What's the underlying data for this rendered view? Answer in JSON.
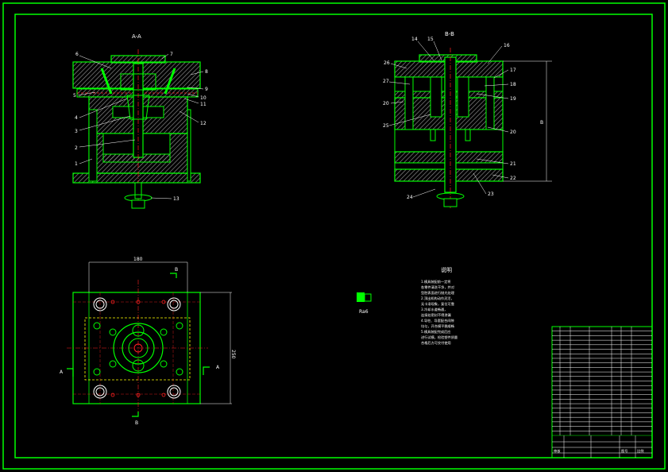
{
  "drawing": {
    "colors": {
      "background": "#000000",
      "frame": "#00ff00",
      "hatch": "#7a7a7a",
      "center_line": "#ff2020",
      "dimension": "#ffffff",
      "hidden": "#ffff00"
    },
    "views": {
      "section_aa": {
        "title": "A-A",
        "labels": [
          "6",
          "7",
          "8",
          "5",
          "9",
          "10",
          "11",
          "4",
          "12",
          "3",
          "2",
          "1",
          "13"
        ]
      },
      "section_bb": {
        "title": "B-B",
        "labels": [
          "14",
          "15",
          "16",
          "26",
          "17",
          "27",
          "18",
          "19",
          "20",
          "25",
          "20",
          "21",
          "22",
          "24",
          "23"
        ],
        "dim_right": "B"
      },
      "plan_view": {
        "section_marks": [
          "A",
          "A",
          "B",
          "B"
        ],
        "dim_top": "180",
        "dim_right": "250"
      }
    },
    "part_tag": "Ra6",
    "notes": {
      "title": "说明",
      "lines": [
        "1.模具装配前一定将",
        "各零件清洗干净，并对",
        "型腔表面进行抛光处理",
        "2.顶出机构动作灵活，",
        "无卡滞现象，复位可靠",
        "3.冷却水道畅通，",
        "连接处密封不得渗漏",
        "4.导柱、导套配合间隙",
        "均匀，开合模平稳顺畅",
        "5.模具装配完成后应",
        "进行试模，检验塑件质量",
        "合格后方可交付使用"
      ]
    },
    "title_block": {
      "row_count": 24,
      "bottom_cells": [
        "审核",
        "",
        "图号",
        "比例"
      ]
    }
  }
}
